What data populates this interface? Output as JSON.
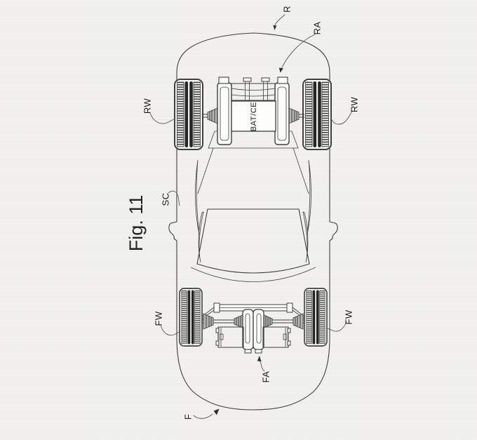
{
  "figure": {
    "title": "Fig. 11",
    "battery_label": "BAT/CE",
    "labels": {
      "rear": "R",
      "rear_axle": "RA",
      "rear_wheel_left": "RW",
      "rear_wheel_right": "RW",
      "body_structure": "SC",
      "front_wheel_left": "FW",
      "front_wheel_right": "FW",
      "front_axle": "FA",
      "front": "F"
    },
    "colors": {
      "background": "#f2f1ed",
      "line": "#3f3f3f",
      "tire_dark": "#262626",
      "paper_text": "#1c1c1c"
    }
  }
}
